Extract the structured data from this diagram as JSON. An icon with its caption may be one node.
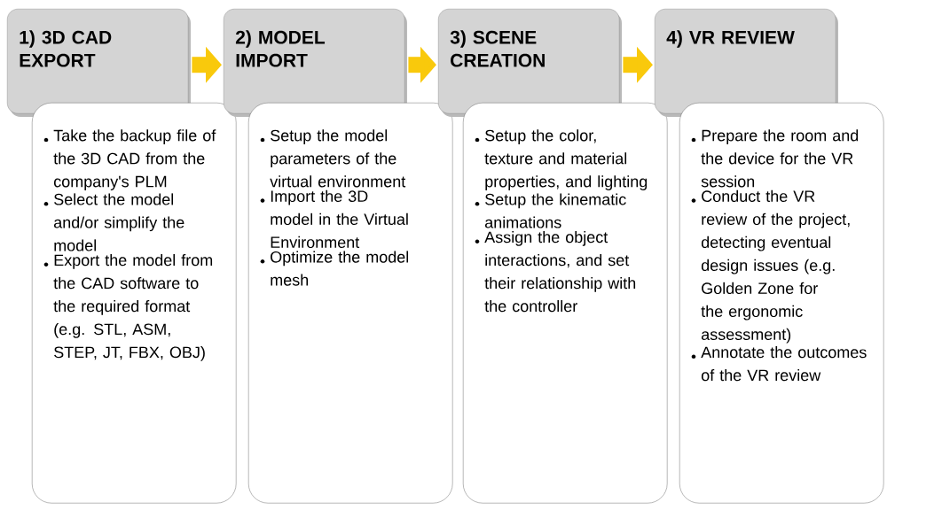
{
  "diagram": {
    "nodes": [
      {
        "text": [
          "1) 3D CAD EXPORT"
        ]
      },
      {
        "text": [
          "Take the backup file of the 3D CAD from the company's PLM",
          "Select the model and/or simplify the model",
          "Export the model from the CAD software to the required format (e.g. STL, ASM, STEP, JT, FBX, OBJ)"
        ]
      },
      {
        "text": [
          "2) MODEL IMPORT"
        ]
      },
      {
        "text": [
          "Setup the model parameters of the virtual environment",
          "Import the 3D model in the Virtual Environment",
          "Optimize the model mesh"
        ]
      },
      {
        "text": [
          "3) SCENE CREATION"
        ]
      },
      {
        "text": [
          "Setup the color, texture and material properties, and lighting",
          "Setup the kinematic animations",
          "Assign the object interactions, and set their relationship with the controller"
        ]
      },
      {
        "text": [
          "4) VR REVIEW"
        ]
      },
      {
        "text": [
          "Prepare the room and the device for the VR session",
          "Conduct the VR review of the project, detecting eventual design issues (e.g. Golden Zone for the ergonomic assessment)",
          "Annotate the outcomes of the VR review"
        ]
      }
    ],
    "edges": [
      {
        "from": 0,
        "to": 2,
        "arrow": "to"
      },
      {
        "from": 2,
        "to": 4,
        "arrow": "to"
      },
      {
        "from": 4,
        "to": 6,
        "arrow": "to"
      }
    ]
  }
}
